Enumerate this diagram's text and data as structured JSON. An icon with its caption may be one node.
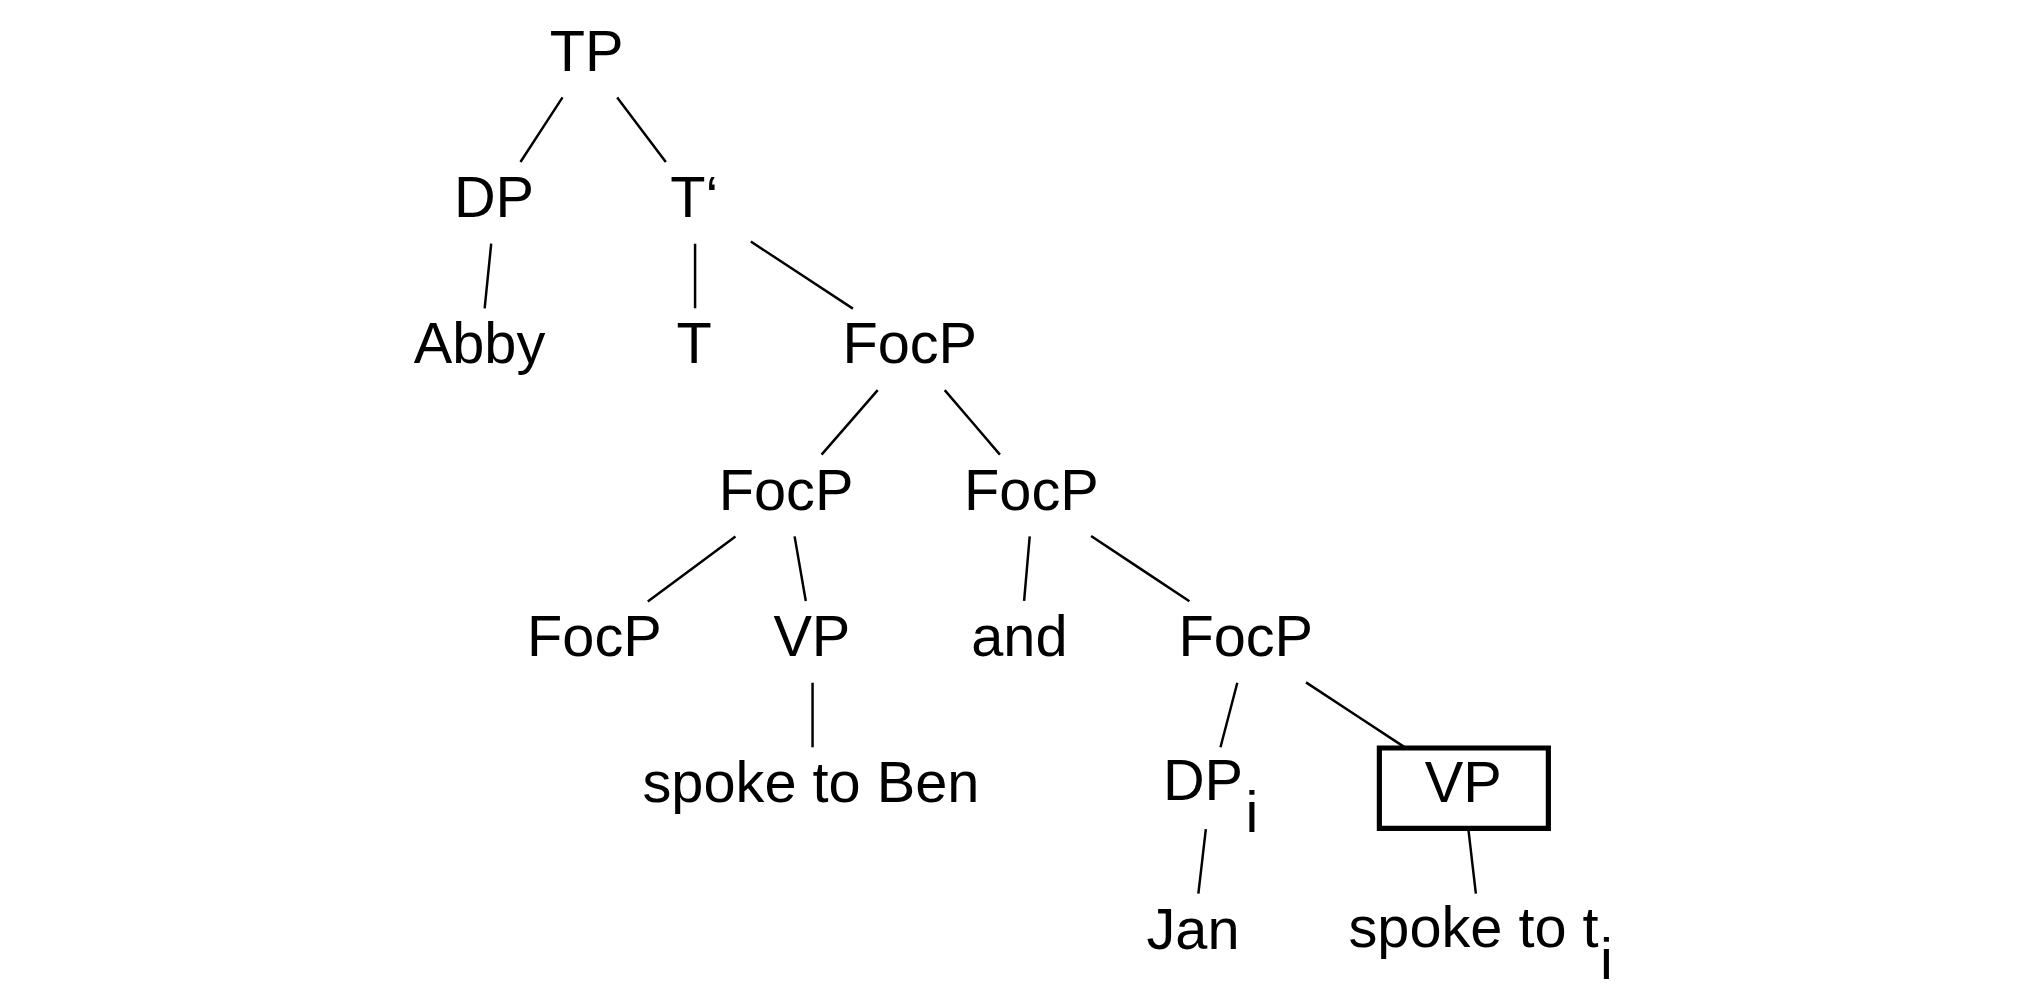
{
  "diagram": {
    "nodes": [
      {
        "text": [
          "TP"
        ]
      },
      {
        "text": [
          "DP"
        ]
      },
      {
        "text": [
          "T‘"
        ]
      },
      {
        "text": [
          "Abby"
        ]
      },
      {
        "text": [
          "T"
        ]
      },
      {
        "text": [
          "FocP"
        ]
      },
      {
        "text": [
          "FocP"
        ]
      },
      {
        "text": [
          "FocP"
        ]
      },
      {
        "text": [
          "FocP"
        ]
      },
      {
        "text": [
          "VP"
        ]
      },
      {
        "text": [
          "and"
        ]
      },
      {
        "text": [
          "FocP"
        ]
      },
      {
        "text": [
          "spoke to Ben"
        ]
      },
      {
        "text": [
          "DP$_{i}$"
        ]
      },
      {
        "text": [
          "VP"
        ]
      },
      {
        "text": [
          "Jan"
        ]
      },
      {
        "text": [
          "spoke to t$_{i}$"
        ]
      }
    ],
    "edges": [
      {
        "from": 0,
        "to": 1,
        "arrow": "none"
      },
      {
        "from": 0,
        "to": 2,
        "arrow": "none"
      },
      {
        "from": 1,
        "to": 3,
        "arrow": "none"
      },
      {
        "from": 2,
        "to": 4,
        "arrow": "none"
      },
      {
        "from": 2,
        "to": 5,
        "arrow": "none"
      },
      {
        "from": 5,
        "to": 6,
        "arrow": "none"
      },
      {
        "from": 5,
        "to": 7,
        "arrow": "none"
      },
      {
        "from": 6,
        "to": 8,
        "arrow": "none"
      },
      {
        "from": 6,
        "to": 9,
        "arrow": "none"
      },
      {
        "from": 7,
        "to": 10,
        "arrow": "none"
      },
      {
        "from": 7,
        "to": 11,
        "arrow": "none"
      },
      {
        "from": 9,
        "to": 12,
        "arrow": "none"
      },
      {
        "from": 11,
        "to": 13,
        "arrow": "none"
      },
      {
        "from": 11,
        "to": 14,
        "arrow": "none"
      },
      {
        "from": 13,
        "to": 15,
        "arrow": "none"
      },
      {
        "from": 14,
        "to": 16,
        "arrow": "none"
      }
    ]
  }
}
